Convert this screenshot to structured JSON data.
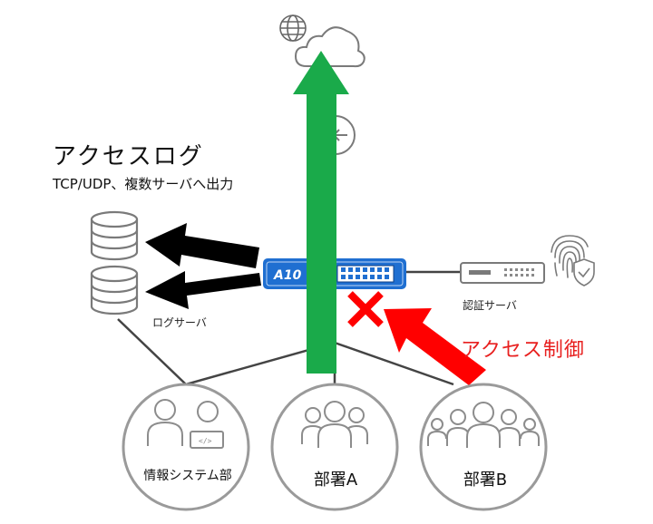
{
  "title": "アクセスログ",
  "subtitle": "TCP/UDP、複数サーバへ出力",
  "log_server_label": "ログサーバ",
  "auth_server_label": "認証サーバ",
  "access_control_label": "アクセス制御",
  "device_logo": "A10",
  "departments": [
    {
      "label": "情報システム部",
      "icon": "it-staff-icon"
    },
    {
      "label": "部署A",
      "icon": "group-icon"
    },
    {
      "label": "部署B",
      "icon": "large-group-icon"
    }
  ],
  "colors": {
    "allowed_arrow": "#1aaa4a",
    "blocked_arrow": "#ff0000",
    "log_arrow": "#000000",
    "appliance": "#1f6fd1",
    "outline": "#8c8c8c",
    "access_control_text": "#e8201f"
  },
  "icons": [
    "globe-icon",
    "cloud-icon",
    "router-icon",
    "database-icon",
    "fingerprint-icon",
    "shield-icon",
    "block-x-icon"
  ]
}
